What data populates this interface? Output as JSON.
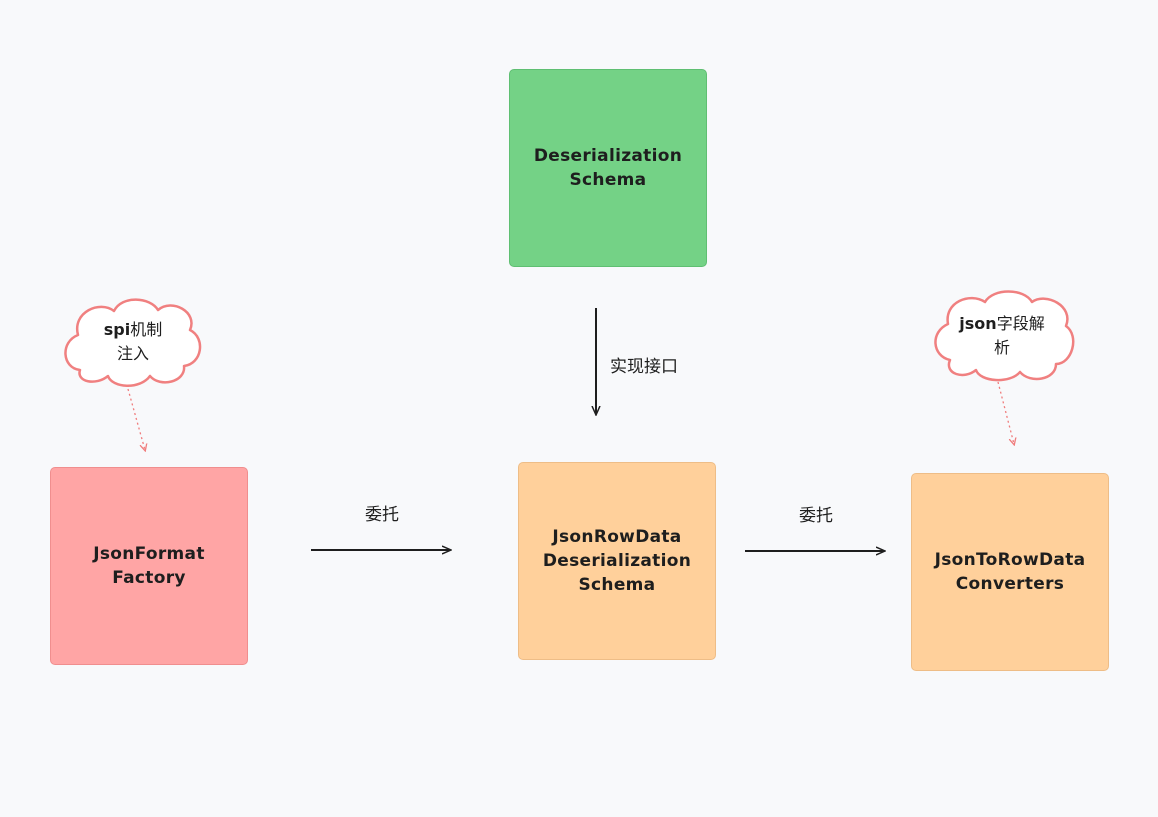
{
  "nodes": {
    "deserialization_schema": {
      "line1": "Deserialization",
      "line2": "Schema",
      "color": "#74d286"
    },
    "json_format_factory": {
      "line1": "JsonFormat",
      "line2": "Factory",
      "color": "#ffa5a5"
    },
    "json_row_data_schema": {
      "line1": "JsonRowData",
      "line2": "Deserialization",
      "line3": "Schema",
      "color": "#ffd09b"
    },
    "json_to_row_data_converters": {
      "line1": "JsonToRowData",
      "line2": "Converters",
      "color": "#ffd09b"
    }
  },
  "edges": {
    "implements": {
      "label": "实现接口"
    },
    "delegate_1": {
      "label": "委托"
    },
    "delegate_2": {
      "label": "委托"
    }
  },
  "notes": {
    "spi": {
      "bold": "spi",
      "text": "机制",
      "line2": "注入",
      "border_color": "#f08080"
    },
    "json_parse": {
      "bold": "json",
      "text": "字段解",
      "line2": "析",
      "border_color": "#f08080"
    }
  }
}
